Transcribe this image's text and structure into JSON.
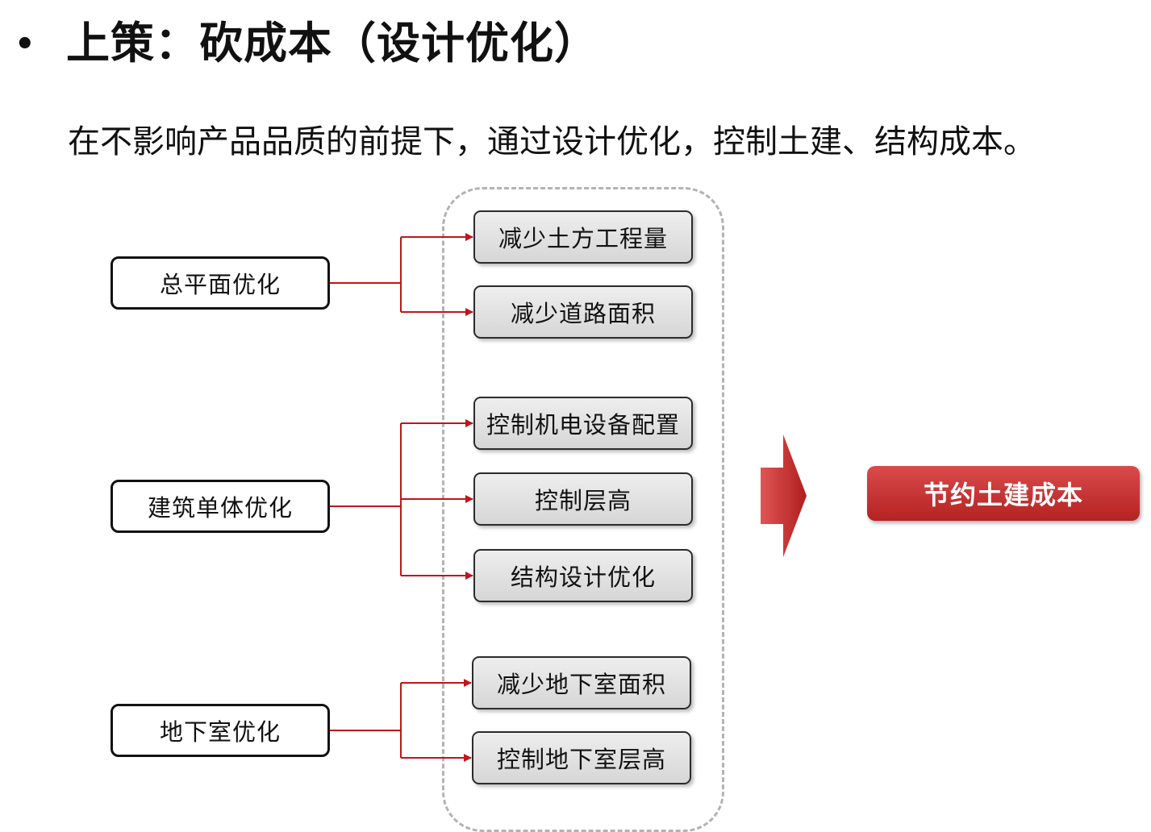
{
  "slide": {
    "bullet": "•",
    "title": "上策：砍成本（设计优化）",
    "subtitle": "在不影响产品品质的前提下，通过设计优化，控制土建、结构成本。"
  },
  "diagram": {
    "sources": [
      {
        "label": "总平面优化",
        "measures": [
          "减少土方工程量",
          "减少道路面积"
        ]
      },
      {
        "label": "建筑单体优化",
        "measures": [
          "控制机电设备配置",
          "控制层高",
          "结构设计优化"
        ]
      },
      {
        "label": "地下室优化",
        "measures": [
          "减少地下室面积",
          "控制地下室层高"
        ]
      }
    ],
    "result": "节约土建成本",
    "colors": {
      "connector": "#c0151d",
      "result_fill": "#c43030",
      "arrow_fill": "#c42a2a",
      "measure_fill": "#e0e0e0",
      "group_border": "#b3b3b3"
    }
  }
}
